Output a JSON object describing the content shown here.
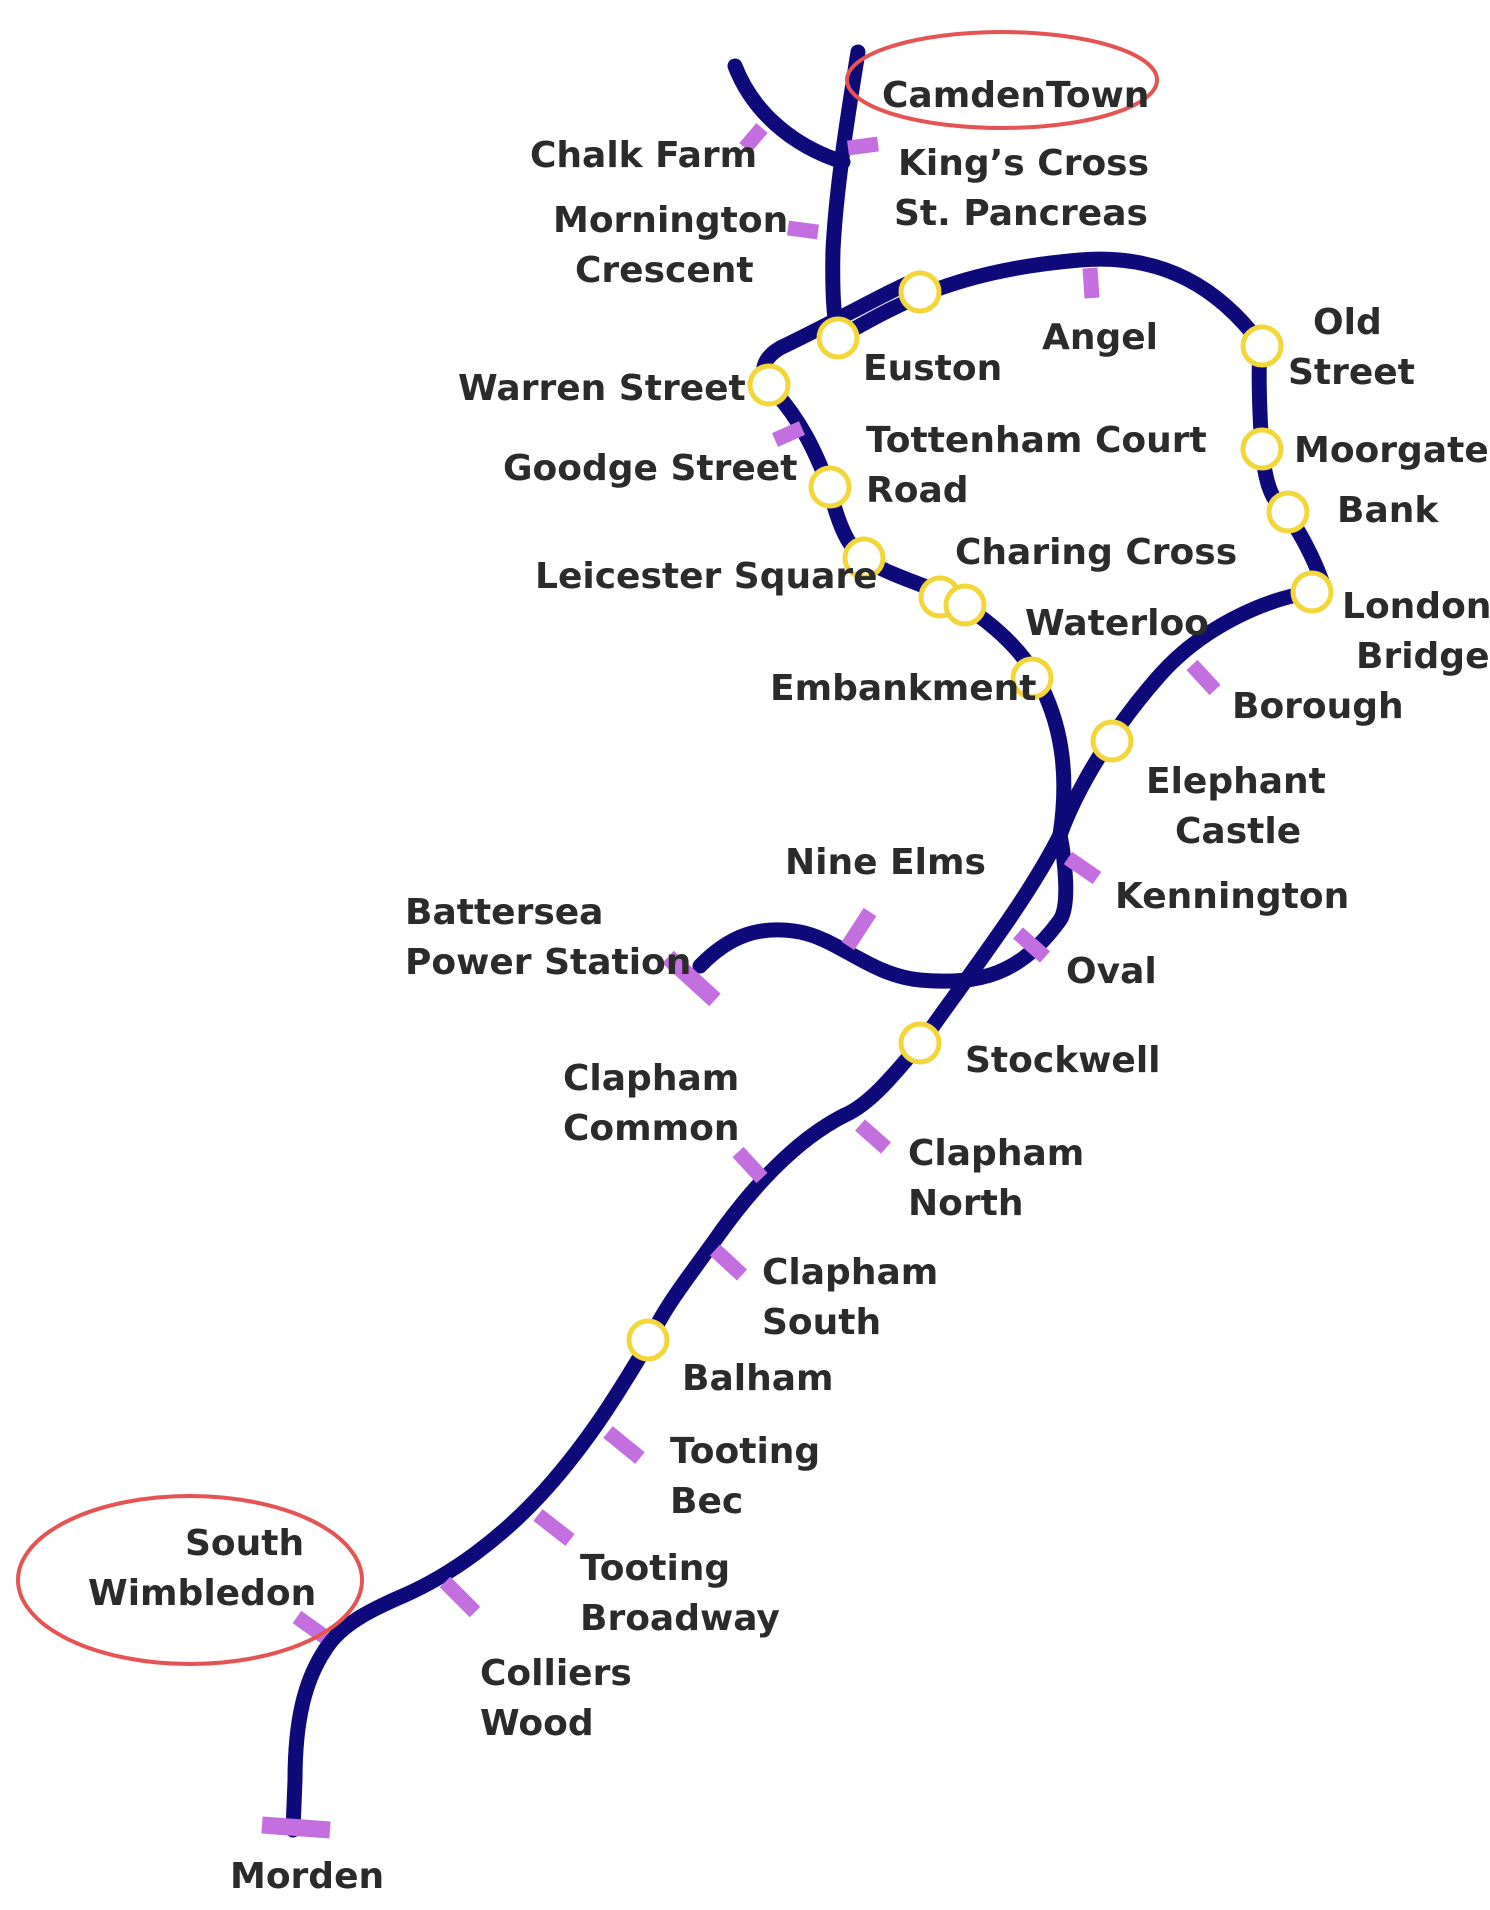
{
  "line_color": "#0f0a7a",
  "station_tick_color": "#c46fe0",
  "interchange_ring_color": "#f2d63a",
  "highlight_color": "#e55353",
  "stations": {
    "camden_town": [
      "CamdenTown"
    ],
    "chalk_farm": [
      "Chalk Farm"
    ],
    "kings_cross": [
      "King’s Cross",
      "St. Pancreas"
    ],
    "mornington_crescent": [
      "Mornington",
      "Crescent"
    ],
    "angel": [
      "Angel"
    ],
    "old_street": [
      "Old",
      "Street"
    ],
    "euston": [
      "Euston"
    ],
    "warren_street": [
      "Warren  Street"
    ],
    "tottenham_court_road": [
      "Tottenham Court",
      "Road"
    ],
    "goodge_street": [
      "Goodge Street"
    ],
    "moorgate": [
      "Moorgate"
    ],
    "bank": [
      "Bank"
    ],
    "charing_cross": [
      "Charing Cross"
    ],
    "leicester_square": [
      "Leicester Square"
    ],
    "waterloo": [
      "Waterloo"
    ],
    "london_bridge": [
      "London",
      "Bridge"
    ],
    "embankment": [
      "Embankment"
    ],
    "borough": [
      "Borough"
    ],
    "elephant_castle": [
      "Elephant",
      "Castle"
    ],
    "nine_elms": [
      "Nine Elms"
    ],
    "kennington": [
      "Kennington"
    ],
    "battersea": [
      "Battersea",
      "Power Station"
    ],
    "oval": [
      "Oval"
    ],
    "stockwell": [
      "Stockwell"
    ],
    "clapham_common": [
      "Clapham",
      "Common"
    ],
    "clapham_north": [
      "Clapham",
      "North"
    ],
    "clapham_south": [
      "Clapham",
      "South"
    ],
    "balham": [
      "Balham"
    ],
    "tooting_bec": [
      "Tooting",
      "Bec"
    ],
    "tooting_broadway": [
      "Tooting",
      "Broadway"
    ],
    "south_wimbledon": [
      "South",
      "Wimbledon"
    ],
    "colliers_wood": [
      "Colliers",
      "Wood"
    ],
    "morden": [
      "Morden"
    ]
  }
}
